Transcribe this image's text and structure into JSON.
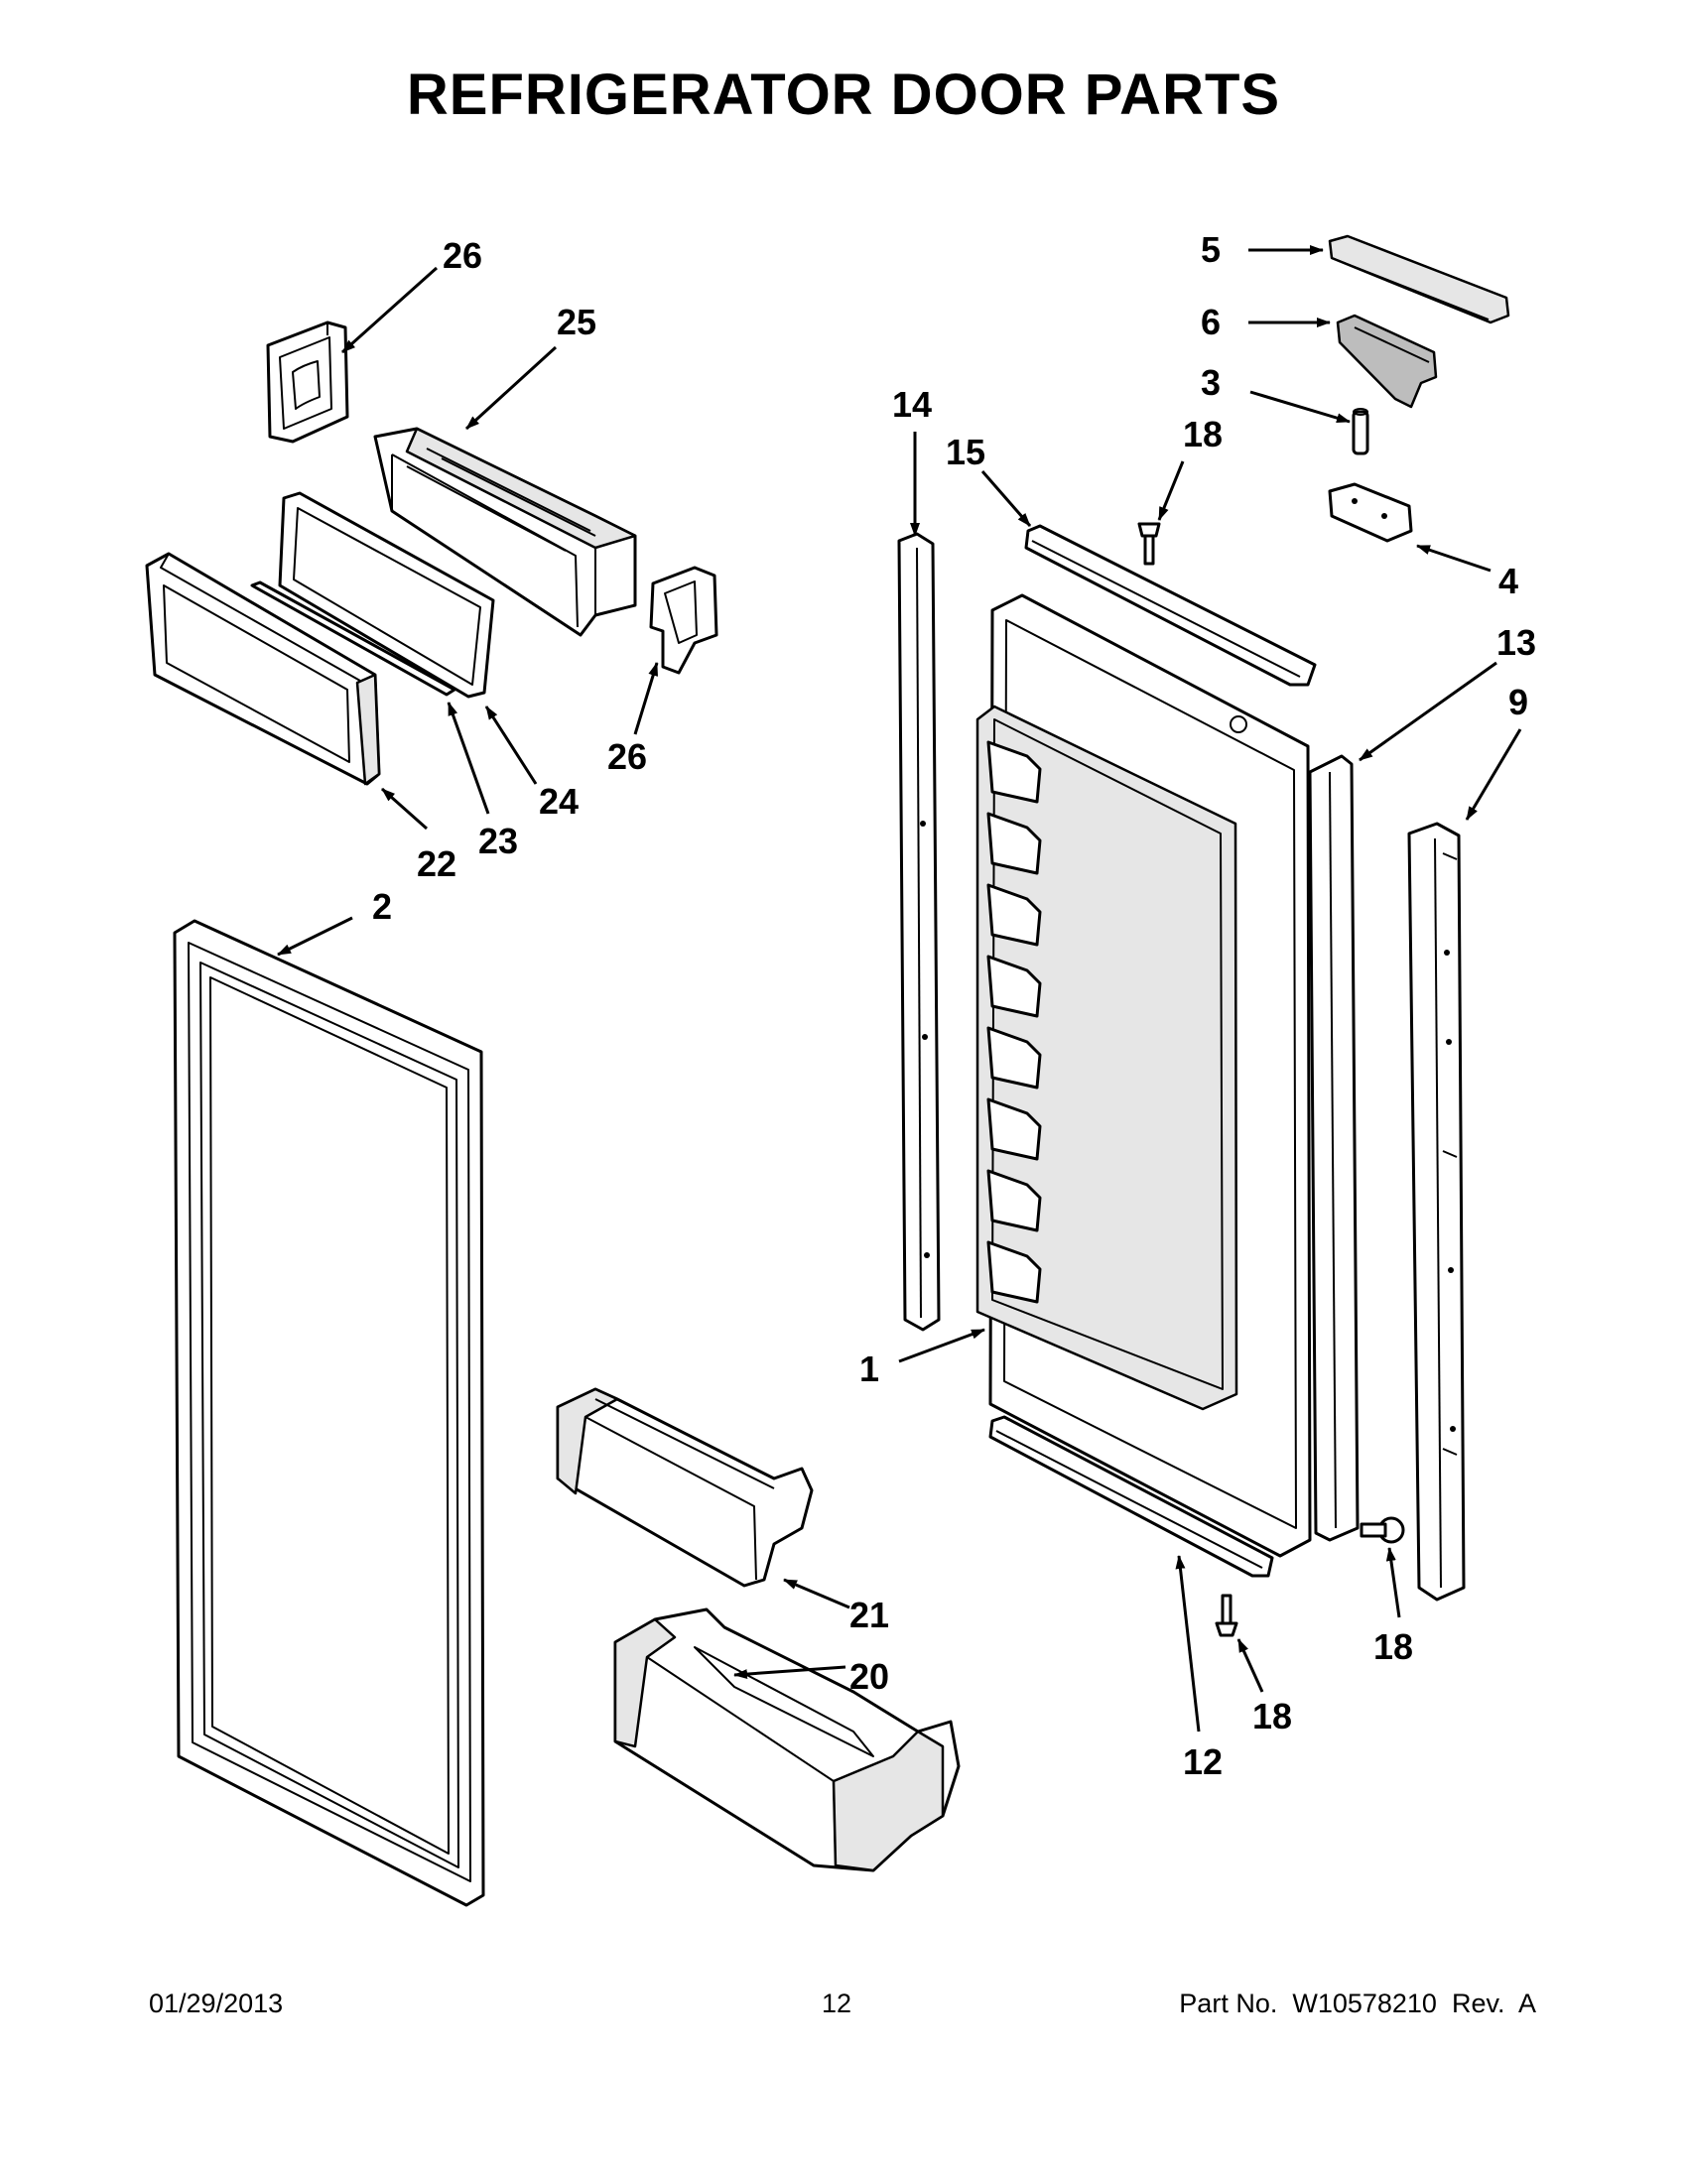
{
  "document": {
    "title": "REFRIGERATOR DOOR PARTS"
  },
  "callouts": [
    {
      "id": "c26a",
      "label": "26"
    },
    {
      "id": "c25",
      "label": "25"
    },
    {
      "id": "c22",
      "label": "22"
    },
    {
      "id": "c23",
      "label": "23"
    },
    {
      "id": "c24",
      "label": "24"
    },
    {
      "id": "c26b",
      "label": "26"
    },
    {
      "id": "c2",
      "label": "2"
    },
    {
      "id": "c14",
      "label": "14"
    },
    {
      "id": "c15",
      "label": "15"
    },
    {
      "id": "c18a",
      "label": "18"
    },
    {
      "id": "c5",
      "label": "5"
    },
    {
      "id": "c6",
      "label": "6"
    },
    {
      "id": "c3",
      "label": "3"
    },
    {
      "id": "c4",
      "label": "4"
    },
    {
      "id": "c13",
      "label": "13"
    },
    {
      "id": "c9",
      "label": "9"
    },
    {
      "id": "c1",
      "label": "1"
    },
    {
      "id": "c21",
      "label": "21"
    },
    {
      "id": "c20",
      "label": "20"
    },
    {
      "id": "c18b",
      "label": "18"
    },
    {
      "id": "c18c",
      "label": "18"
    },
    {
      "id": "c12",
      "label": "12"
    }
  ],
  "footer": {
    "date": "01/29/2013",
    "page": "12",
    "part_number": "Part No.  W10578210  Rev.  A"
  }
}
